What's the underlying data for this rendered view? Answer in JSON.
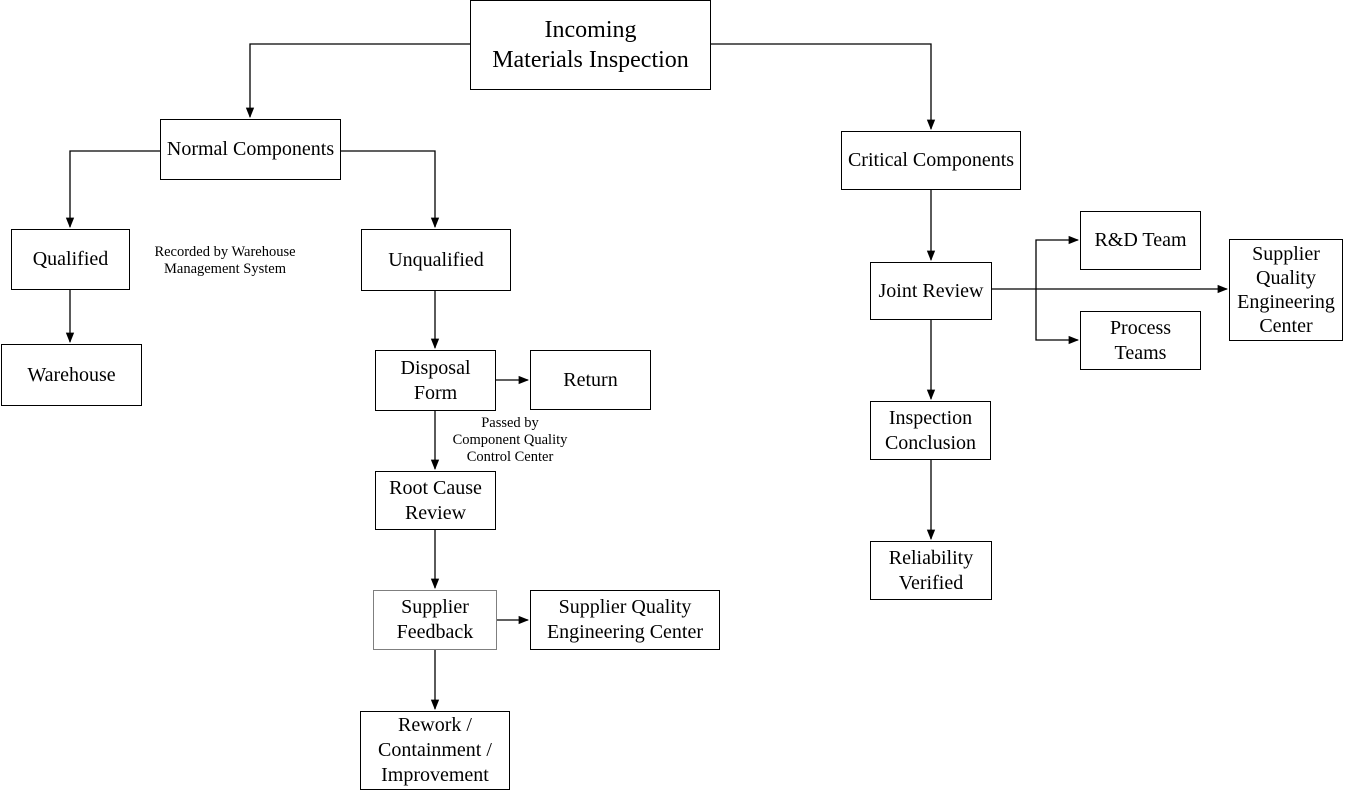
{
  "diagram": {
    "type": "flowchart",
    "title": "Incoming Materials Inspection",
    "colors": {
      "background": "#ffffff",
      "stroke": "#000000",
      "text": "#000000",
      "supplier_feedback_border": "#7f7f7f"
    },
    "nodes": {
      "incoming": {
        "label": "Incoming\nMaterials Inspection"
      },
      "normal": {
        "label": "Normal Components"
      },
      "critical": {
        "label": "Critical Components"
      },
      "qualified": {
        "label": "Qualified"
      },
      "unqualified": {
        "label": "Unqualified"
      },
      "warehouse": {
        "label": "Warehouse"
      },
      "disposal": {
        "label": "Disposal\nForm"
      },
      "return": {
        "label": "Return"
      },
      "rootcause": {
        "label": "Root Cause\nReview"
      },
      "feedback": {
        "label": "Supplier\nFeedback"
      },
      "sqec_left": {
        "label": "Supplier Quality\nEngineering Center"
      },
      "rework": {
        "label": "Rework /\nContainment /\nImprovement"
      },
      "joint": {
        "label": "Joint Review"
      },
      "rdteam": {
        "label": "R&D Team"
      },
      "process": {
        "label": "Process\nTeams"
      },
      "sqec_right": {
        "label": "Supplier\nQuality\nEngineering\nCenter"
      },
      "inspection": {
        "label": "Inspection\nConclusion"
      },
      "reliability": {
        "label": "Reliability\nVerified"
      }
    },
    "annotations": {
      "recorded": "Recorded by Warehouse\nManagement System",
      "passed": "Passed by\nComponent Quality\nControl Center"
    },
    "edges": [
      {
        "from": "incoming",
        "to": "normal"
      },
      {
        "from": "incoming",
        "to": "critical"
      },
      {
        "from": "normal",
        "to": "qualified"
      },
      {
        "from": "normal",
        "to": "unqualified"
      },
      {
        "from": "qualified",
        "to": "warehouse"
      },
      {
        "from": "unqualified",
        "to": "disposal"
      },
      {
        "from": "disposal",
        "to": "return"
      },
      {
        "from": "disposal",
        "to": "rootcause"
      },
      {
        "from": "rootcause",
        "to": "feedback"
      },
      {
        "from": "feedback",
        "to": "sqec_left"
      },
      {
        "from": "feedback",
        "to": "rework"
      },
      {
        "from": "critical",
        "to": "joint"
      },
      {
        "from": "joint",
        "to": "rdteam"
      },
      {
        "from": "joint",
        "to": "process"
      },
      {
        "from": "joint",
        "to": "sqec_right"
      },
      {
        "from": "joint",
        "to": "inspection"
      },
      {
        "from": "inspection",
        "to": "reliability"
      }
    ]
  }
}
